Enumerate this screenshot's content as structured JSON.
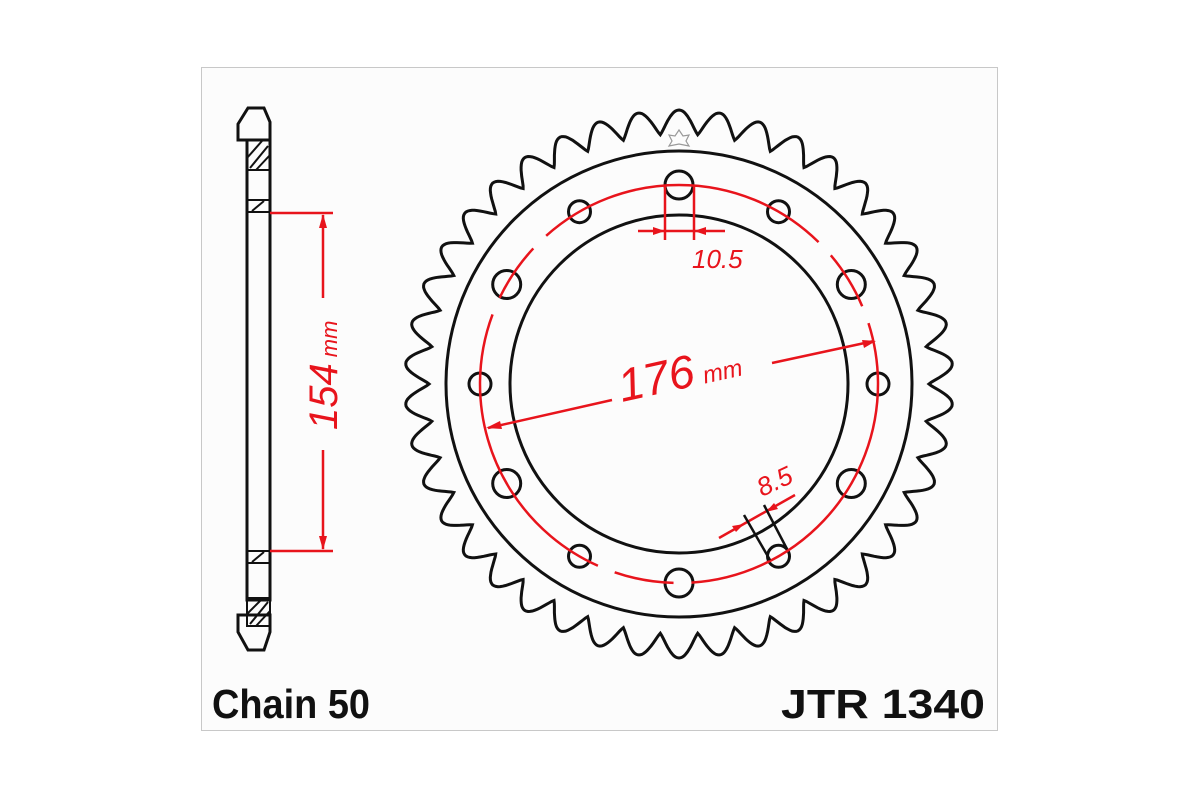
{
  "diagram": {
    "chain_label": "Chain 50",
    "part_number": "JTR 1340",
    "dimensions": {
      "bolt_circle_value": "176",
      "bolt_circle_unit": "mm",
      "center_bore_value": "154",
      "center_bore_unit": "mm",
      "large_hole_value": "10.5",
      "small_hole_value": "8.5"
    },
    "colors": {
      "outline": "#111111",
      "dimension": "#e8141c",
      "frame": "#c8c8c8"
    }
  }
}
